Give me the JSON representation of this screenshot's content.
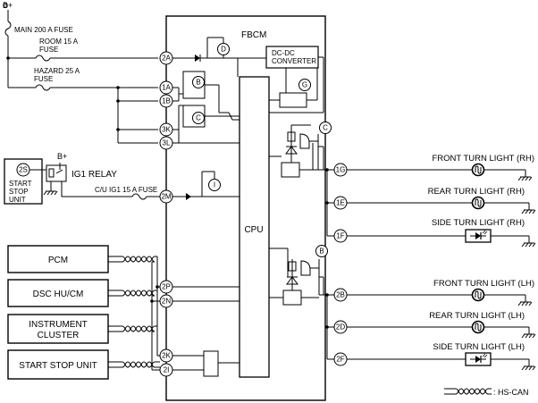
{
  "power": {
    "b_plus": "B+",
    "b_plus_relay": "B+",
    "main_fuse": "MAIN 200 A FUSE",
    "room_fuse_line1": "ROOM 15 A",
    "room_fuse_line2": "FUSE",
    "hazard_fuse_line1": "HAZARD 25 A",
    "hazard_fuse_line2": "FUSE",
    "cu_ig1_fuse": "C/U IG1 15 A FUSE",
    "ig1_relay": "IG1 RELAY"
  },
  "fbcm": {
    "title": "FBCM",
    "cpu": "CPU",
    "dcdc_line1": "DC-DC",
    "dcdc_line2": "CONVERTER"
  },
  "pins": {
    "p2A": "2A",
    "p1A": "1A",
    "p1B": "1B",
    "p3K": "3K",
    "p3L": "3L",
    "p2M": "2M",
    "p2P": "2P",
    "p2N": "2N",
    "p2K": "2K",
    "p2I": "2I",
    "p1G": "1G",
    "p1E": "1E",
    "p1F": "1F",
    "p2B": "2B",
    "p2D": "2D",
    "p2F": "2F",
    "p2S": "2S"
  },
  "markers": {
    "B_upper": "B",
    "C_upper": "C",
    "D": "D",
    "G": "G",
    "I": "I",
    "C_right": "C",
    "B_lower": "B"
  },
  "start_stop_unit": {
    "line1": "START",
    "line2": "STOP",
    "line3": "UNIT"
  },
  "modules": {
    "pcm": "PCM",
    "dsc": "DSC HU/CM",
    "cluster_line1": "INSTRUMENT",
    "cluster_line2": "CLUSTER",
    "ssu": "START STOP UNIT"
  },
  "lights": {
    "front_rh": "FRONT TURN LIGHT (RH)",
    "rear_rh": "REAR TURN LIGHT (RH)",
    "side_rh": "SIDE TURN LIGHT (RH)",
    "front_lh": "FRONT TURN LIGHT (LH)",
    "rear_lh": "REAR TURN LIGHT (LH)",
    "side_lh": "SIDE TURN LIGHT (LH)"
  },
  "legend": {
    "hs_can": ": HS-CAN"
  },
  "icons": {
    "fuse": "fuse-icon",
    "ground": "ground-icon",
    "bulb": "bulb-icon",
    "led": "led-icon",
    "twisted_pair": "twisted-pair-icon",
    "relay": "relay-icon",
    "transistor": "transistor-icon"
  }
}
